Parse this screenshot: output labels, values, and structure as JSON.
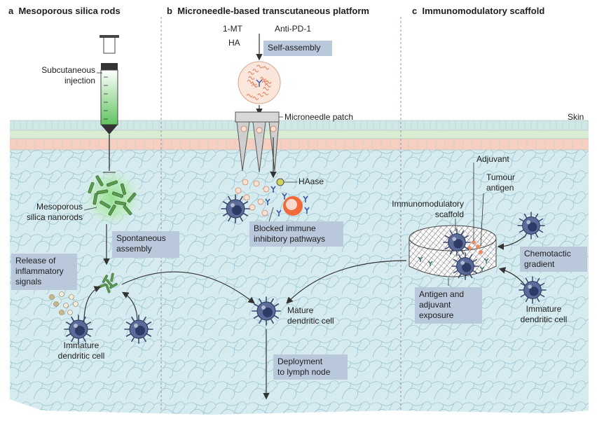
{
  "panels": {
    "a": {
      "letter": "a",
      "title": "Mesoporous silica rods"
    },
    "b": {
      "letter": "b",
      "title": "Microneedle-based transcutaneous platform"
    },
    "c": {
      "letter": "c",
      "title": "Immunomodulatory scaffold"
    }
  },
  "labels": {
    "subcutaneous_injection": "Subcutaneous\ninjection",
    "mesoporous_nanorods": "Mesoporous\nsilica nanorods",
    "spontaneous_assembly": "Spontaneous\nassembly",
    "release_signals": "Release of\ninflammatory\nsignals",
    "immature_dc_a": "Immature\ndendritic cell",
    "one_mt": "1-MT",
    "anti_pd1": "Anti-PD-1",
    "ha": "HA",
    "self_assembly": "Self-assembly",
    "microneedle_patch": "Microneedle patch",
    "skin": "Skin",
    "haase": "HAase",
    "blocked_pathways": "Blocked immune\ninhibitory pathways",
    "mature_dc": "Mature\ndendritic cell",
    "deployment": "Deployment\nto lymph node",
    "adjuvant": "Adjuvant",
    "tumour_antigen": "Tumour\nantigen",
    "immuno_scaffold": "Immunomodulatory\nscaffold",
    "chemotactic": "Chemotactic\ngradient",
    "antigen_exposure": "Antigen and\nadjuvant\nexposure",
    "immature_dc_c": "Immature\ndendritic cell"
  },
  "colors": {
    "skin_top": "#cfe8e6",
    "skin_mid": "#d8ecd2",
    "skin_bottom": "#f6cfc0",
    "tissue": "#d6ebef",
    "tissue_line": "#9fc6d0",
    "label_box": "#b9c8da",
    "cell_body": "#5a6a99",
    "cell_nucleus": "#2e3a66",
    "nanorod": "#5c9c4e",
    "nanorod_glow": "#a6e6a0",
    "syringe_fluid": "#7cd07c",
    "particle": "#e89a72",
    "antibody": "#3a5aa8",
    "scaffold": "#8a8a8a"
  }
}
